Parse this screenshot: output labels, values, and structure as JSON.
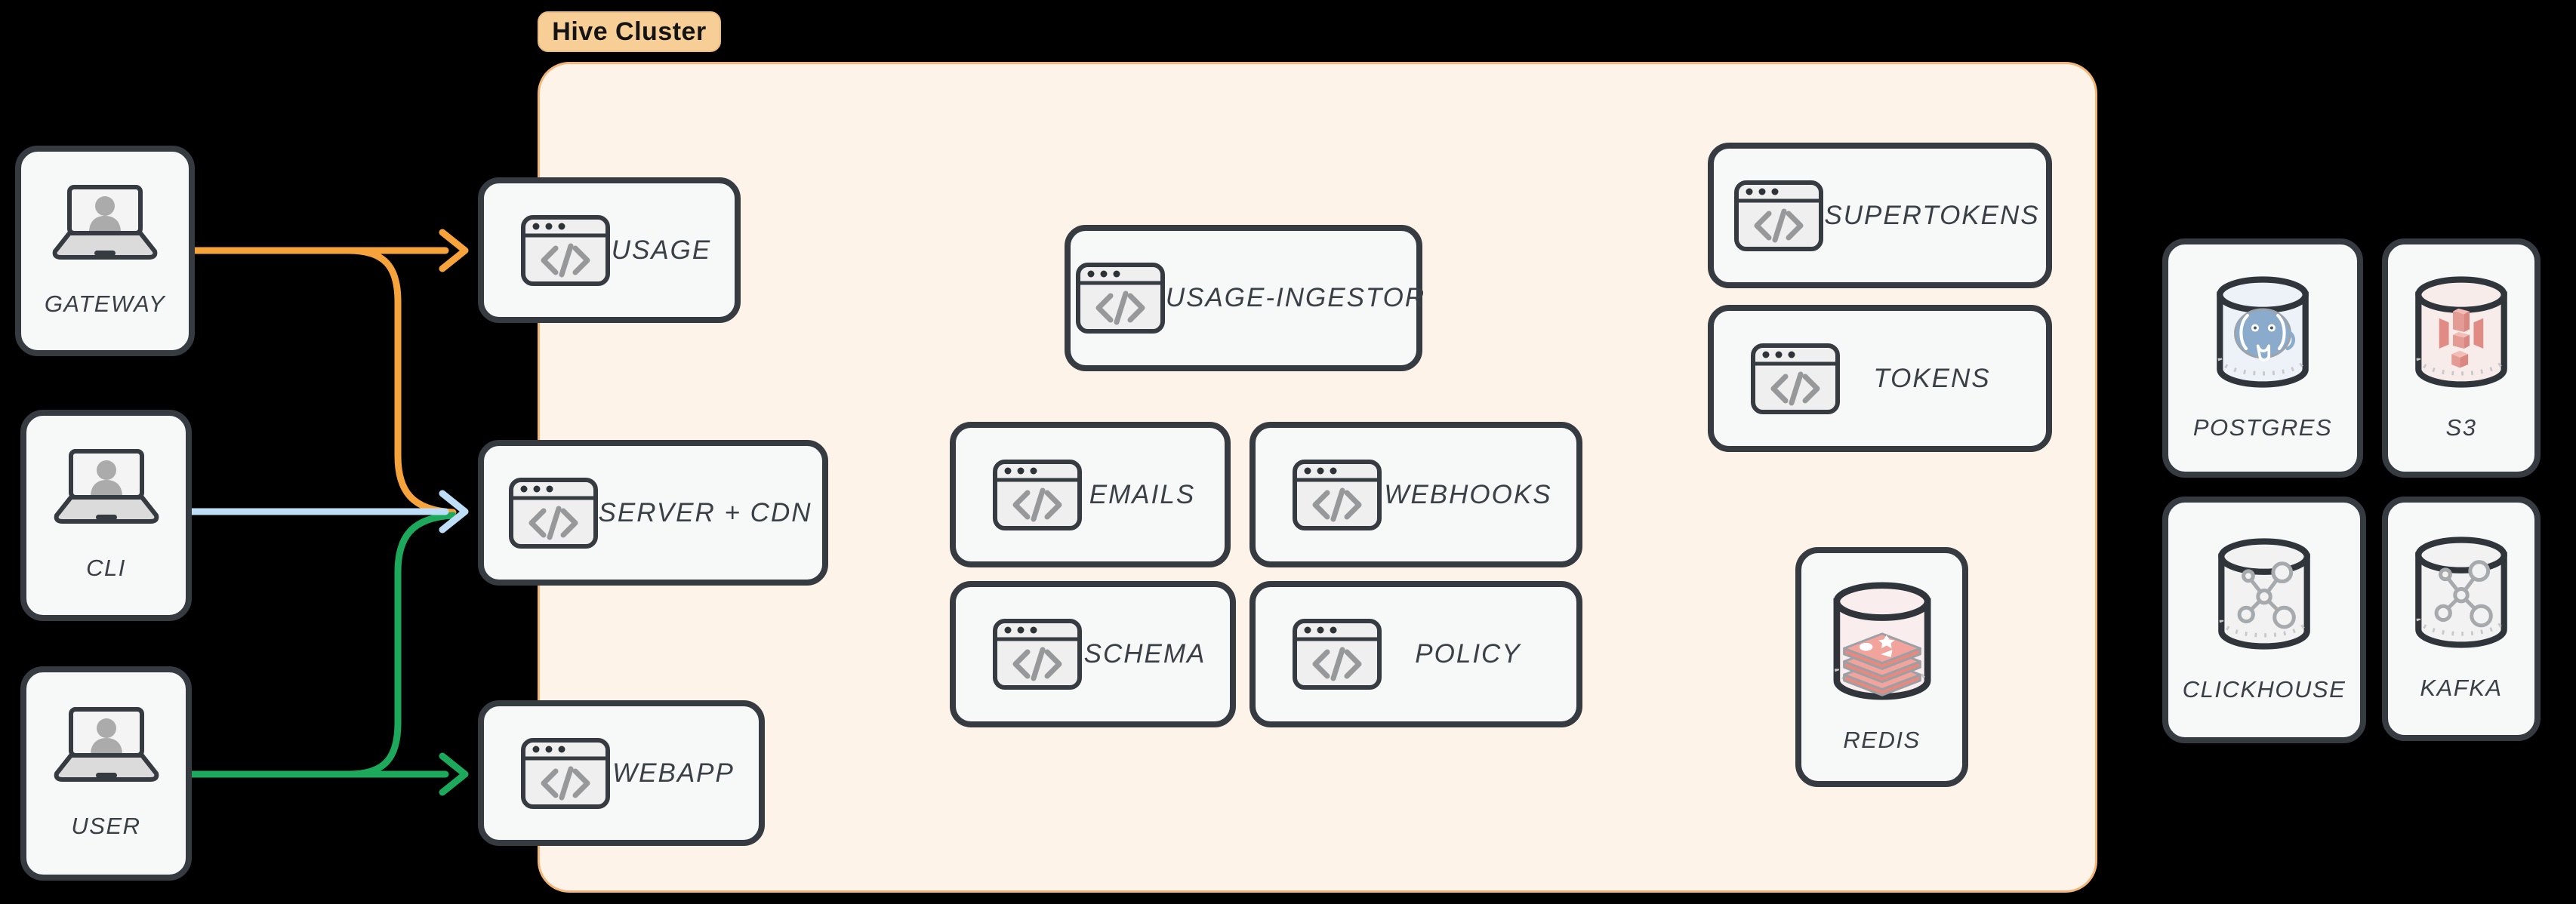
{
  "cluster": {
    "label": "Hive Cluster"
  },
  "actors": [
    {
      "id": "gateway",
      "label": "GATEWAY",
      "icon": "laptop-user-icon"
    },
    {
      "id": "cli",
      "label": "CLI",
      "icon": "laptop-user-icon"
    },
    {
      "id": "user",
      "label": "USER",
      "icon": "laptop-user-icon"
    }
  ],
  "services": [
    {
      "id": "usage",
      "label": "USAGE",
      "icon": "code-window-icon"
    },
    {
      "id": "server-cdn",
      "label": "SERVER + CDN",
      "icon": "code-window-icon"
    },
    {
      "id": "webapp",
      "label": "WEBAPP",
      "icon": "code-window-icon"
    },
    {
      "id": "usage-ingestor",
      "label": "USAGE-INGESTOR",
      "icon": "code-window-icon"
    },
    {
      "id": "emails",
      "label": "EMAILS",
      "icon": "code-window-icon"
    },
    {
      "id": "webhooks",
      "label": "WEBHOOKS",
      "icon": "code-window-icon"
    },
    {
      "id": "schema",
      "label": "SCHEMA",
      "icon": "code-window-icon"
    },
    {
      "id": "policy",
      "label": "POLICY",
      "icon": "code-window-icon"
    },
    {
      "id": "supertokens",
      "label": "SUPERTOKENS",
      "icon": "code-window-icon"
    },
    {
      "id": "tokens",
      "label": "TOKENS",
      "icon": "code-window-icon"
    }
  ],
  "cluster_datastores": [
    {
      "id": "redis",
      "label": "REDIS",
      "icon": "redis-database-icon"
    }
  ],
  "external_datastores": [
    {
      "id": "postgres",
      "label": "POSTGRES",
      "icon": "postgres-database-icon"
    },
    {
      "id": "s3",
      "label": "S3",
      "icon": "s3-database-icon"
    },
    {
      "id": "clickhouse",
      "label": "CLICKHOUSE",
      "icon": "clickhouse-database-icon"
    },
    {
      "id": "kafka",
      "label": "KAFKA",
      "icon": "kafka-database-icon"
    }
  ],
  "edges": [
    {
      "from": "GATEWAY",
      "to": "USAGE",
      "color": "#F6A33C"
    },
    {
      "from": "GATEWAY",
      "to": "SERVER + CDN",
      "color": "#F6A33C"
    },
    {
      "from": "CLI",
      "to": "SERVER + CDN",
      "color": "#BEDDF6"
    },
    {
      "from": "USER",
      "to": "SERVER + CDN",
      "color": "#1CA95C"
    },
    {
      "from": "USER",
      "to": "WEBAPP",
      "color": "#1CA95C"
    }
  ],
  "colors": {
    "background": "#000000",
    "node_fill": "#F7F8F8",
    "node_border": "#363B41",
    "label_text": "#3A4045",
    "cluster_fill": "#FDF3E9",
    "cluster_border": "#F3B578",
    "badge_fill": "#F8CE97",
    "badge_text": "#141414",
    "edge_orange": "#F6A33C",
    "edge_blue": "#BEDDF6",
    "edge_green": "#1CA95C",
    "icon_code_gray": "#97989A",
    "postgres_blue": "#8AABCB",
    "s3_red": "#E2938C",
    "redis_red": "#F2A39B"
  }
}
